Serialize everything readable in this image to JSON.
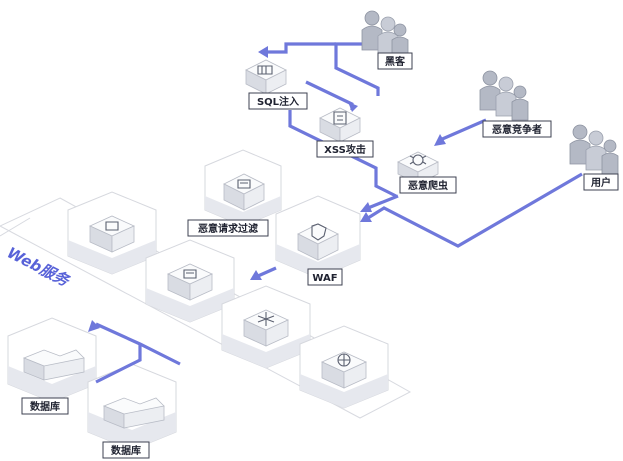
{
  "labels": {
    "hacker": "黑客",
    "sql_injection": "SQL注入",
    "xss_attack": "XSS攻击",
    "malicious_competitor": "恶意竞争者",
    "malicious_crawler": "恶意爬虫",
    "user": "用户",
    "malicious_request_filter": "恶意请求过滤",
    "waf": "WAF",
    "web_service": "Web服务",
    "database_1": "数据库",
    "database_2": "数据库"
  },
  "colors": {
    "flow_line": "#6f78db",
    "web_service_text": "#5862d8",
    "label_border": "#3d4150"
  }
}
